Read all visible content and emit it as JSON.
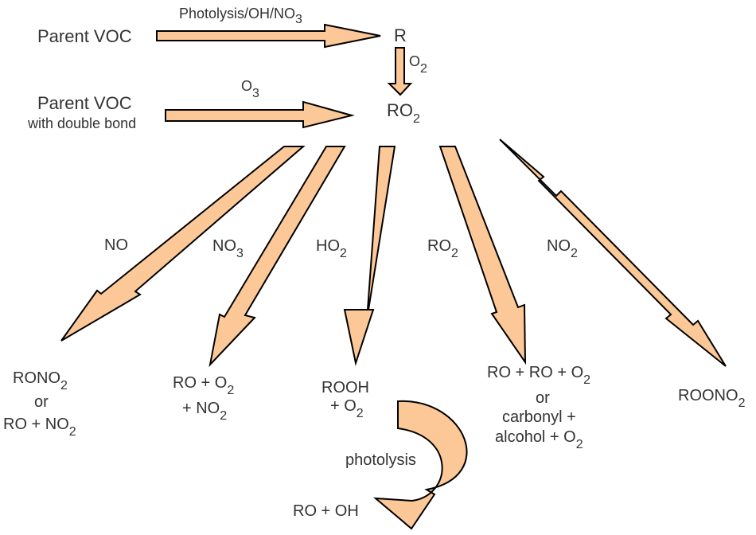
{
  "colors": {
    "arrow_fill": "#fdc897",
    "arrow_stroke": "#000000",
    "text": "#333333"
  },
  "top": {
    "parent_voc": "Parent VOC",
    "step1": {
      "label_main": "Photolysis/OH/NO",
      "label_sub": "3"
    },
    "r_label": "R",
    "o2": {
      "main": "O",
      "sub": "2"
    },
    "parent_voc_double": {
      "line1": "Parent VOC",
      "line2": "with double bond"
    },
    "o3": {
      "main": "O",
      "sub": "3"
    },
    "ro2": {
      "main": "RO",
      "sub": "2"
    }
  },
  "pathways": {
    "no": {
      "reagent": "NO",
      "product_1_main": "RONO",
      "product_1_sub": "2",
      "product_or": "or",
      "product_2_main": "RO + NO",
      "product_2_sub": "2"
    },
    "no3": {
      "reagent_main": "NO",
      "reagent_sub": "3",
      "product_1_main": "RO + O",
      "product_1_sub": "2",
      "product_2_main": "+ NO",
      "product_2_sub": "2"
    },
    "ho2": {
      "reagent_main": "HO",
      "reagent_sub": "2",
      "product_1": "ROOH",
      "product_2_main": "+ O",
      "product_2_sub": "2"
    },
    "ro2": {
      "reagent_main": "RO",
      "reagent_sub": "2",
      "product_1_main": "RO + RO + O",
      "product_1_sub": "2",
      "product_or": "or",
      "product_2": "carbonyl +",
      "product_3_main": "alcohol + O",
      "product_3_sub": "2"
    },
    "no2": {
      "reagent_main": "NO",
      "reagent_sub": "2",
      "product_main": "ROONO",
      "product_sub": "2"
    }
  },
  "photolysis": {
    "label": "photolysis",
    "product": "RO + OH"
  }
}
